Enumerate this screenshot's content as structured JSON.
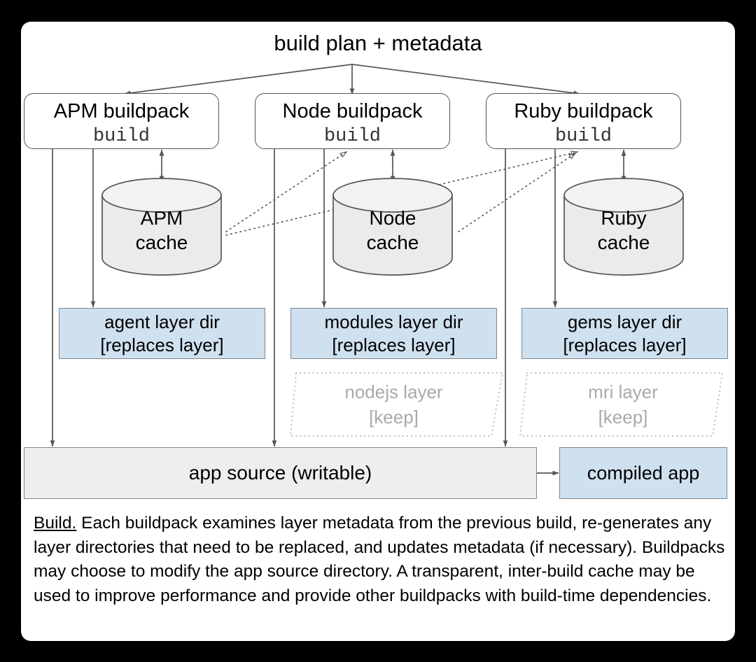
{
  "diagram": {
    "title": "build plan + metadata",
    "buildpacks": [
      {
        "name": "APM buildpack",
        "command": "build"
      },
      {
        "name": "Node buildpack",
        "command": "build"
      },
      {
        "name": "Ruby buildpack",
        "command": "build"
      }
    ],
    "caches": [
      {
        "line1": "APM",
        "line2": "cache"
      },
      {
        "line1": "Node",
        "line2": "cache"
      },
      {
        "line1": "Ruby",
        "line2": "cache"
      }
    ],
    "layer_dirs": [
      {
        "line1": "agent layer dir",
        "line2": "[replaces layer]"
      },
      {
        "line1": "modules layer dir",
        "line2": "[replaces layer]"
      },
      {
        "line1": "gems layer dir",
        "line2": "[replaces layer]"
      }
    ],
    "kept_layers": [
      {
        "line1": "nodejs layer",
        "line2": "[keep]"
      },
      {
        "line1": "mri layer",
        "line2": "[keep]"
      }
    ],
    "app_source": "app source (writable)",
    "compiled_app": "compiled app",
    "caption": {
      "lead": "Build.",
      "body": " Each buildpack examines layer metadata from the previous build, re-generates any layer directories that need to be replaced, and updates metadata (if necessary). Buildpacks may choose to modify the app source directory. A transparent, inter-build cache may be used to improve performance and provide other buildpacks with build-time dependencies."
    }
  },
  "colors": {
    "layer_blue": "#cfe0ef",
    "gray_fill": "#eeeeee",
    "cache_fill": "#ebebeb",
    "stroke": "#555555",
    "keep_text": "#aaaaaa",
    "page_background": "#000000",
    "card_background": "#ffffff"
  }
}
